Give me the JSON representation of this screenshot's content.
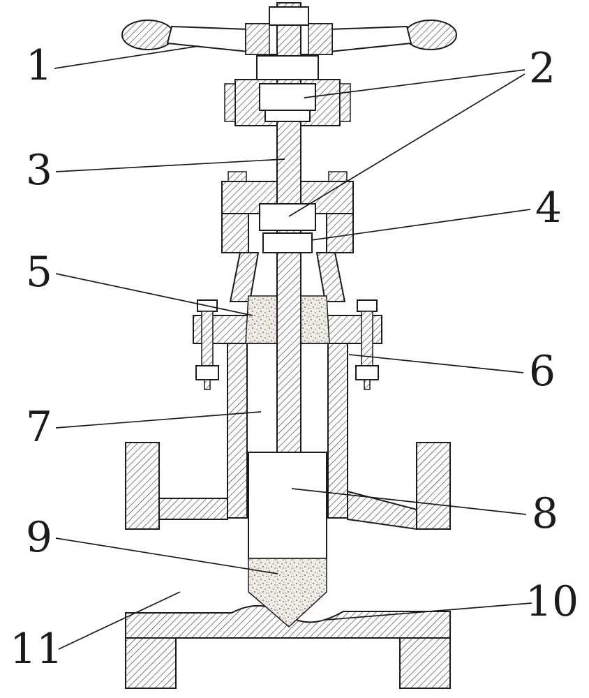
{
  "figure": {
    "kind": "gate-valve-sectional-diagram",
    "callouts": [
      "1",
      "2",
      "3",
      "4",
      "5",
      "6",
      "7",
      "8",
      "9",
      "10",
      "11"
    ]
  },
  "colors": {
    "ink": "#1b1b1b",
    "paper": "#ffffff",
    "hatch-line": "#3c3c3c",
    "stipple-bg": "#f1ede6"
  }
}
